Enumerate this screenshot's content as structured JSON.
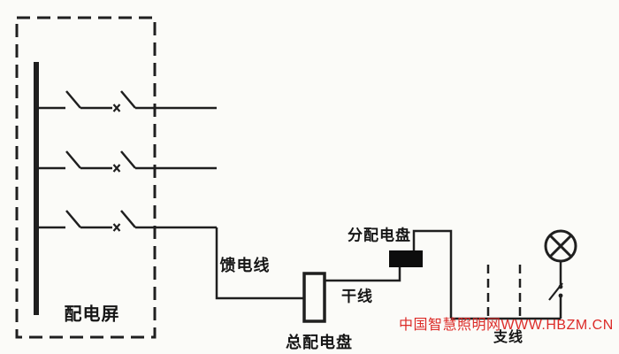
{
  "diagram": {
    "labels": {
      "panel": "配电屏",
      "feeder_line": "馈电线",
      "main_distribution_board": "总配电盘",
      "trunk_line": "干线",
      "sub_distribution_board": "分配电盘",
      "branch_line": "支线"
    },
    "watermark": {
      "text": "中国智慧照明网WWW.HBZM.CN",
      "color": "#dc2b28"
    },
    "colors": {
      "line": "#1f1f1f",
      "background": "#fbfbf8",
      "sub_board_fill": "#0d0d0d"
    }
  }
}
